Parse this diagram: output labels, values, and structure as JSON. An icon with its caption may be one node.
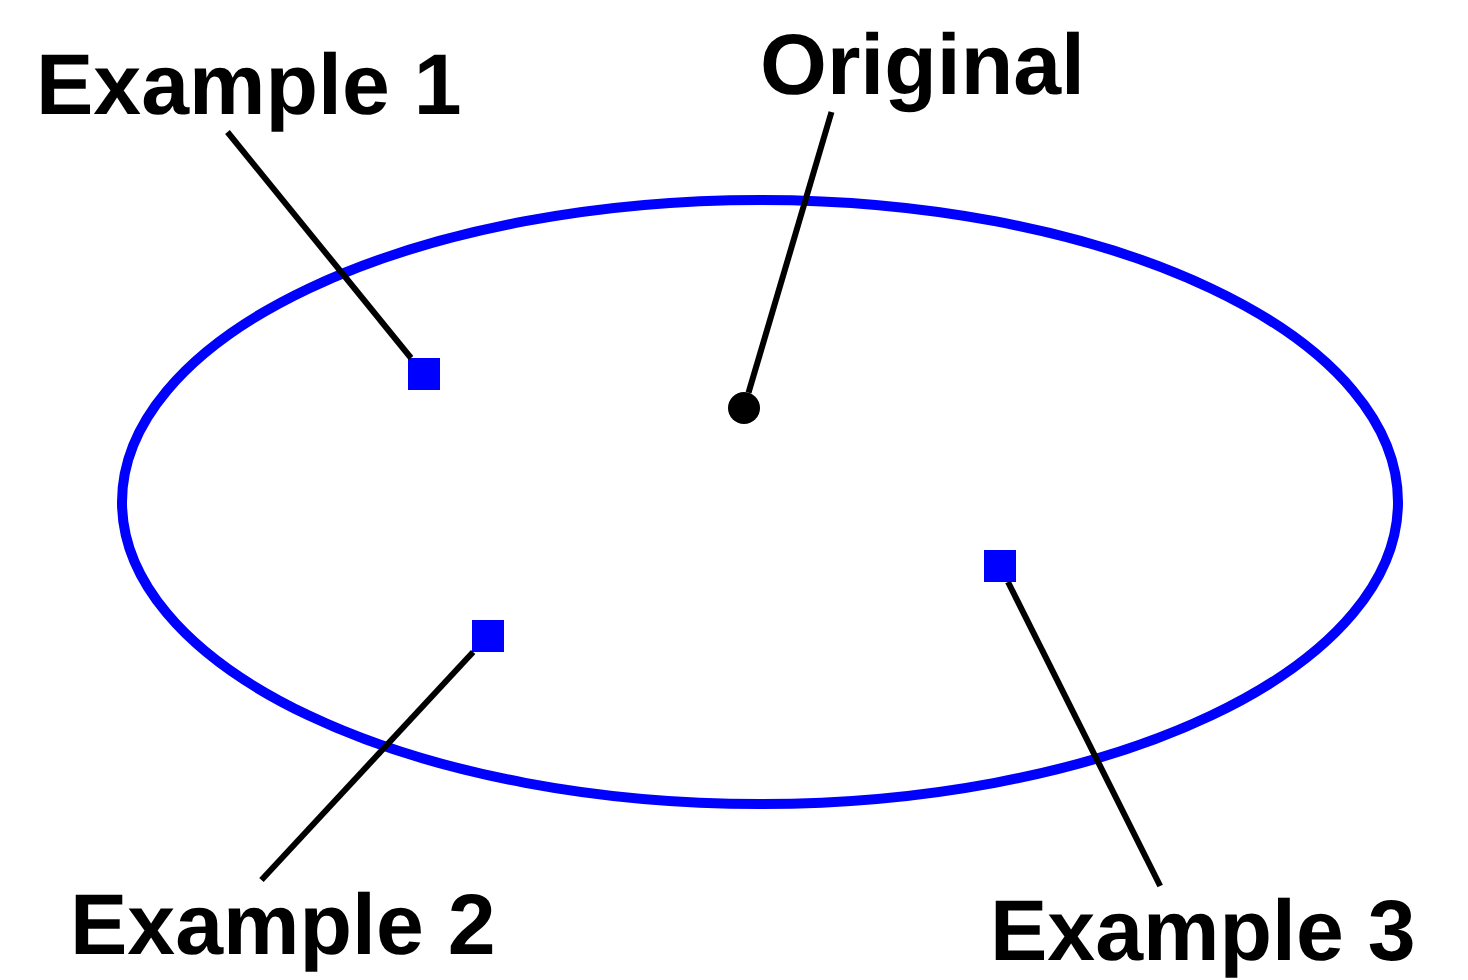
{
  "diagram": {
    "nodes": [
      {
        "text": [
          "Example 1"
        ]
      },
      {
        "text": [
          "Original"
        ]
      },
      {
        "text": [],
        "shape": "ellipse"
      },
      {
        "text": [],
        "shape": "box",
        "in": 2
      },
      {
        "text": [],
        "shape": "circle",
        "in": 2
      },
      {
        "text": [],
        "shape": "box",
        "in": 2
      },
      {
        "text": [],
        "shape": "box",
        "in": 2
      },
      {
        "text": [
          "Example 2"
        ]
      },
      {
        "text": [
          "Example 3"
        ]
      }
    ],
    "edges": [
      {
        "from": 0,
        "to": 3,
        "arrow": "none"
      },
      {
        "from": 1,
        "to": 4,
        "arrow": "none"
      },
      {
        "from": 7,
        "to": 6,
        "arrow": "none"
      },
      {
        "from": 8,
        "to": 5,
        "arrow": "none"
      }
    ]
  }
}
